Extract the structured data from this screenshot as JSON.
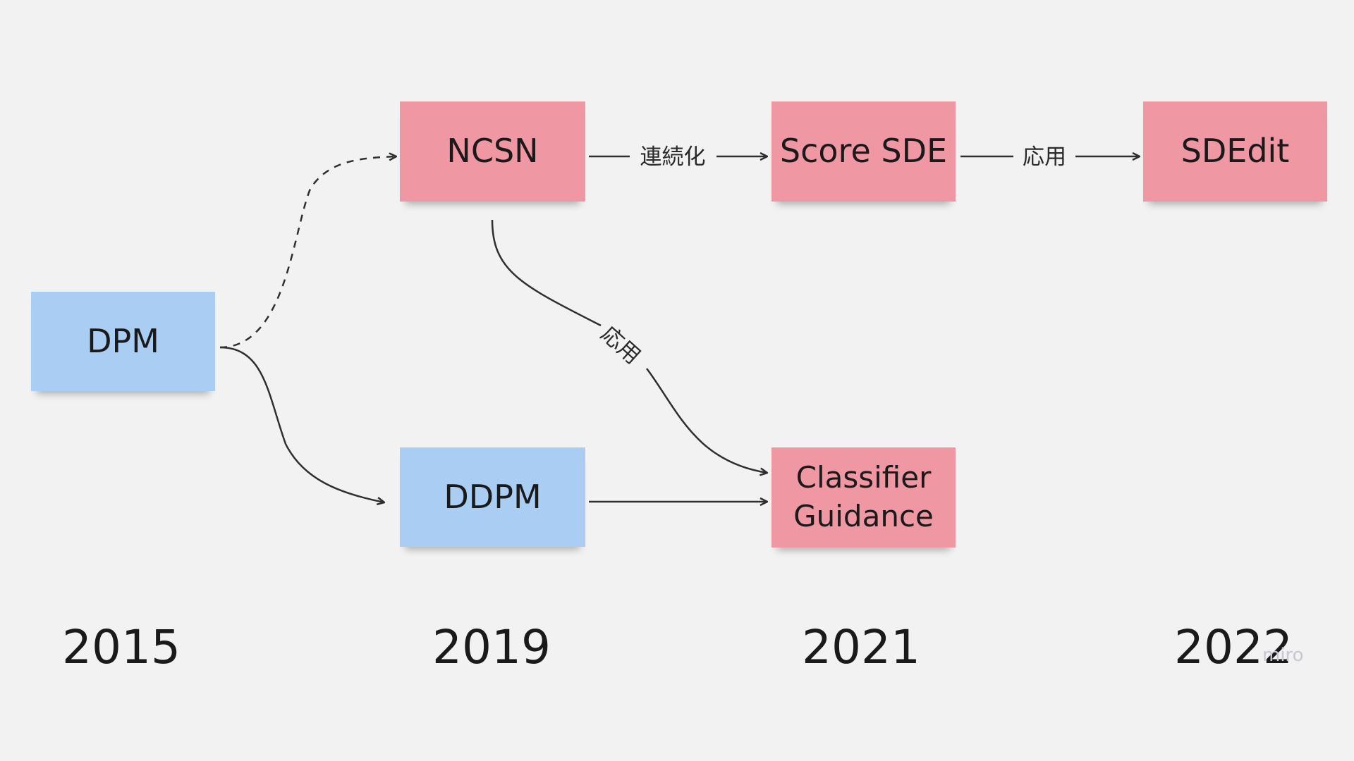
{
  "nodes": {
    "dpm": {
      "label": "DPM",
      "color": "#a9cdf3"
    },
    "ncsn": {
      "label": "NCSN",
      "color": "#ef97a2"
    },
    "score_sde": {
      "label": "Score SDE",
      "color": "#ef97a2"
    },
    "sdedit": {
      "label": "SDEdit",
      "color": "#ef97a2"
    },
    "ddpm": {
      "label": "DDPM",
      "color": "#a9cdf3"
    },
    "classifier_guidance": {
      "label": "Classifier\nGuidance",
      "color": "#ef97a2"
    }
  },
  "edges": {
    "ncsn_to_score_sde": {
      "label": "連続化"
    },
    "score_sde_to_sdedit": {
      "label": "応用"
    },
    "ncsn_to_classifier_guidance": {
      "label": "応用"
    }
  },
  "timeline": {
    "y2015": "2015",
    "y2019": "2019",
    "y2021": "2021",
    "y2022": "2022"
  },
  "watermark": "miro"
}
